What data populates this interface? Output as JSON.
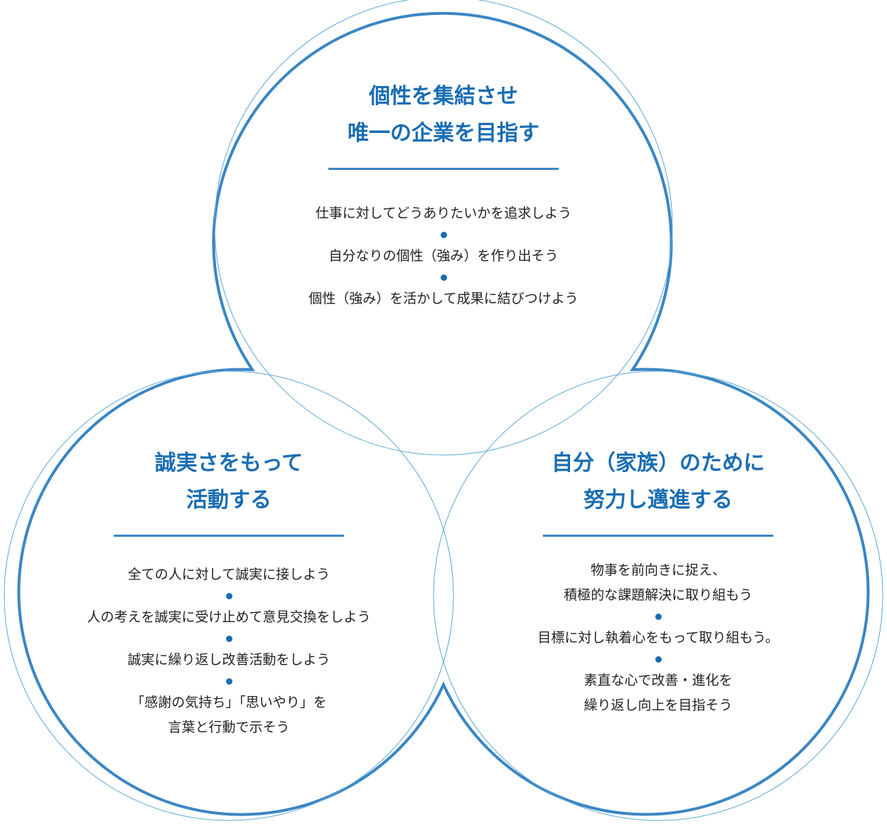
{
  "colors": {
    "accent": "#1a6db3",
    "outline": "#3a86c4",
    "inner_line": "#5aa7d6",
    "text": "#222222"
  },
  "circles": [
    {
      "id": "top",
      "title": [
        "個性を集結させ",
        "唯一の企業を目指す"
      ],
      "items": [
        [
          "仕事に対してどうありたいかを追求しよう"
        ],
        [
          "自分なりの個性（強み）を作り出そう"
        ],
        [
          "個性（強み）を活かして成果に結びつけよう"
        ]
      ]
    },
    {
      "id": "left",
      "title": [
        "誠実さをもって",
        "活動する"
      ],
      "items": [
        [
          "全ての人に対して誠実に接しよう"
        ],
        [
          "人の考えを誠実に受け止めて意見交換をしよう"
        ],
        [
          "誠実に繰り返し改善活動をしよう"
        ],
        [
          "「感謝の気持ち」「思いやり」を",
          "言葉と行動で示そう"
        ]
      ]
    },
    {
      "id": "right",
      "title": [
        "自分（家族）のために",
        "努力し邁進する"
      ],
      "items": [
        [
          "物事を前向きに捉え、",
          "積極的な課題解決に取り組もう"
        ],
        [
          "目標に対し執着心をもって取り組もう。"
        ],
        [
          "素直な心で改善・進化を",
          "繰り返し向上を目指そう"
        ]
      ]
    }
  ]
}
